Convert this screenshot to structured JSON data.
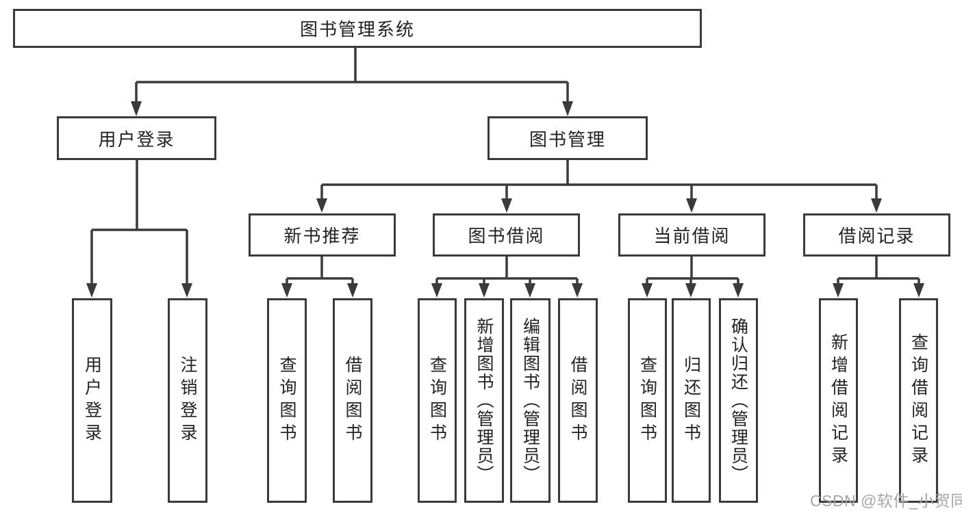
{
  "diagram_title": "图书管理系统",
  "root": {
    "label": "图书管理系统"
  },
  "level2": [
    {
      "label": "用户登录"
    },
    {
      "label": "图书管理"
    }
  ],
  "level3": [
    {
      "label": "新书推荐"
    },
    {
      "label": "图书借阅"
    },
    {
      "label": "当前借阅"
    },
    {
      "label": "借阅记录"
    }
  ],
  "leaves": {
    "user_login": [
      "用户登录",
      "注销登录"
    ],
    "new_book_recommend": [
      "查询图书",
      "借阅图书"
    ],
    "book_borrow": [
      "查询图书",
      "新增图书（管理员）",
      "编辑图书（管理员）",
      "借阅图书"
    ],
    "current_borrow": [
      "查询图书",
      "归还图书",
      "确认归还（管理员）"
    ],
    "borrow_records": [
      "新增借阅记录",
      "查询借阅记录"
    ]
  },
  "watermark": "CSDN @软件_小贺同学",
  "colors": {
    "line": "#3a3a3a",
    "text": "#222222",
    "box_background": "#ffffff",
    "watermark": "#a6a6a6"
  }
}
